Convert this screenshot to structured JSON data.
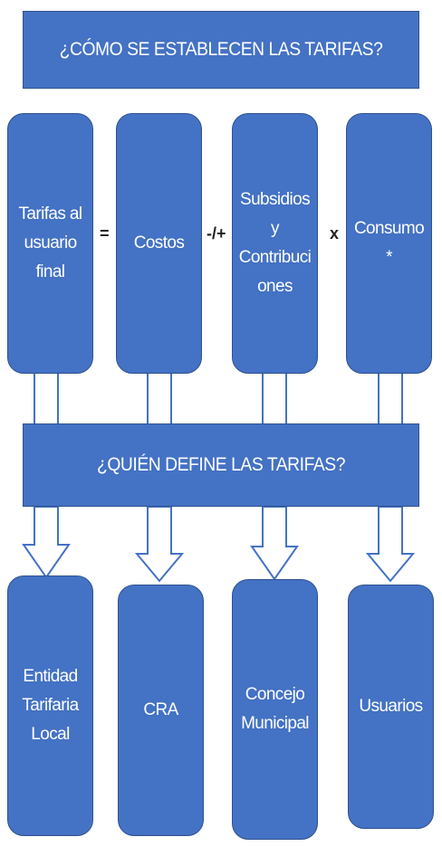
{
  "banners": {
    "how": "¿CÓMO SE ESTABLECEN LAS TARIFAS?",
    "who": "¿QUIÉN DEFINE LAS TARIFAS?"
  },
  "formula": {
    "term1": "Tarifas al usuario final",
    "op1": "=",
    "term2": "Costos",
    "op2": "-/+",
    "term3": "Subsidios y Contribuciones",
    "op3": "x",
    "term4": "Consumo*"
  },
  "entities": {
    "e1": "Entidad Tarifaria Local",
    "e2": "CRA",
    "e3": "Concejo Municipal",
    "e4": "Usuarios"
  },
  "colors": {
    "fill": "#4472c4",
    "outline": "#2f528f",
    "text": "#ffffff"
  }
}
